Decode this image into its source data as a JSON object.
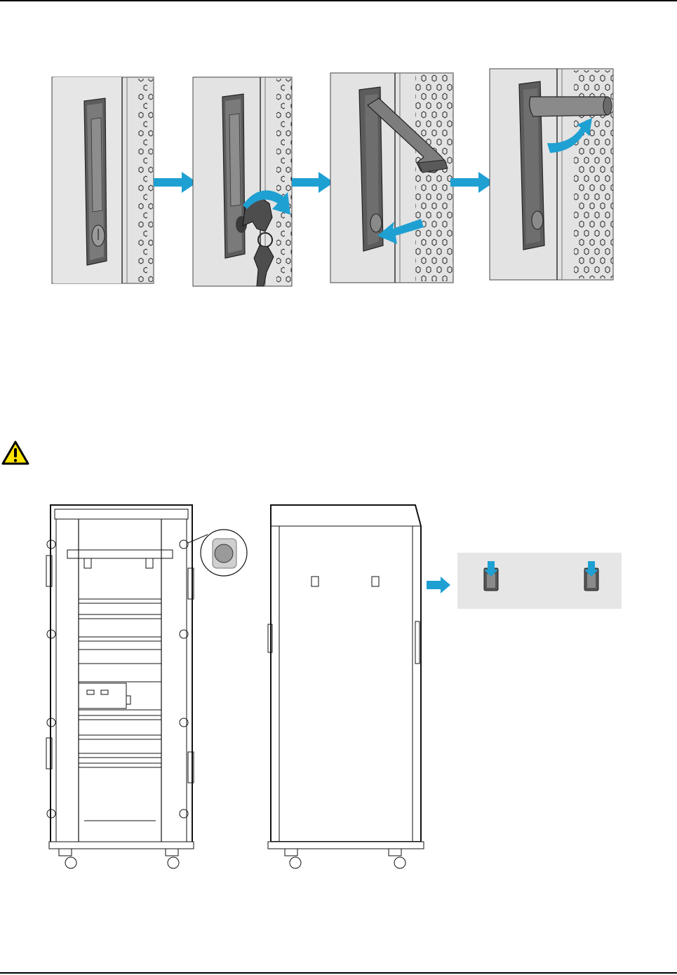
{
  "page": {
    "header_rule": true,
    "footer_rule": true
  },
  "figure_handle": {
    "steps": [
      "closed-handle",
      "insert-key-and-turn",
      "press-lock-pop-out-handle",
      "rotate-handle-to-open"
    ],
    "arrow_color": "#1fa0d2"
  },
  "warning": {
    "icon": "warning-triangle-icon",
    "icon_color": "#ffe400"
  },
  "figure_cabinet": {
    "views": [
      "cabinet-front-frame-view",
      "cabinet-side-view",
      "latch-detail-inset"
    ],
    "arrow_color": "#1fa0d2",
    "inset_background": "#e6e6e6"
  }
}
